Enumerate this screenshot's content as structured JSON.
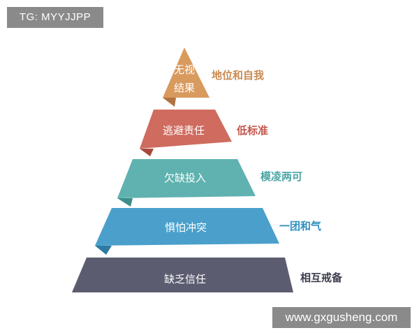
{
  "watermark": {
    "tag": "TG: MYYJJPP",
    "site": "www.gxgusheng.com"
  },
  "pyramid": {
    "levels": [
      {
        "label_line1": "无视",
        "label_line2": "结果",
        "side_label": "地位和自我",
        "color": "#d99a5e",
        "side_color": "#c98a52"
      },
      {
        "label": "逃避责任",
        "side_label": "低标准",
        "color": "#cf6b5f",
        "side_color": "#c5554a"
      },
      {
        "label": "欠缺投入",
        "side_label": "模凌两可",
        "color": "#5fb2b0",
        "side_color": "#4ba5a5"
      },
      {
        "label": "惧怕冲突",
        "side_label": "一团和气",
        "color": "#4aa0cb",
        "side_color": "#2e8fc0"
      },
      {
        "label": "缺乏信任",
        "side_label": "相互戒备",
        "color": "#5c5c70",
        "side_color": "#3d3d4f"
      }
    ]
  }
}
